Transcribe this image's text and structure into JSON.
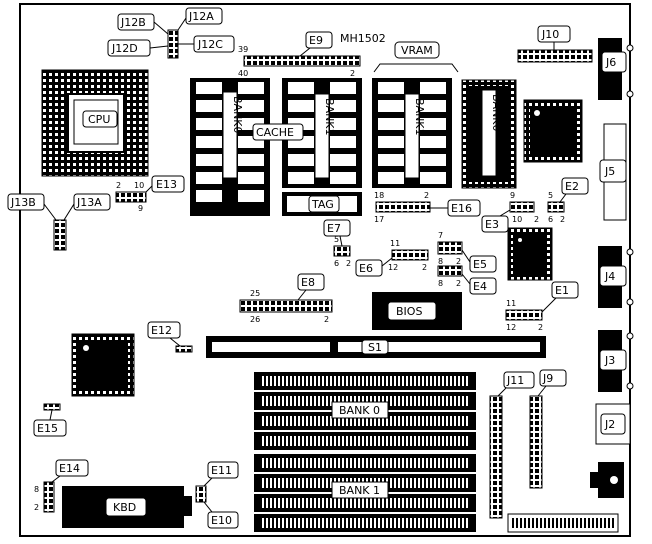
{
  "board": {
    "model": "MH1502",
    "group_label": "VRAM",
    "components": {
      "cpu": "CPU",
      "cache": "CACHE",
      "tag": "TAG",
      "bios": "BIOS",
      "kbd": "KBD",
      "s1": "S1"
    },
    "banks": {
      "cache_bank0": "BANK0",
      "cache_bank1": "BANK1",
      "vram_bank1": "BANK1",
      "vram_bank0": "BANK0",
      "simm_bank0": "BANK 0",
      "simm_bank1": "BANK 1"
    },
    "connectors": {
      "j2": "J2",
      "j3": "J3",
      "j4": "J4",
      "j5": "J5",
      "j6": "J6",
      "j9": "J9",
      "j10": "J10",
      "j11": "J11",
      "j12a": "J12A",
      "j12b": "J12B",
      "j12c": "J12C",
      "j12d": "J12D",
      "j13a": "J13A",
      "j13b": "J13B"
    },
    "jumpers": {
      "e1": "E1",
      "e2": "E2",
      "e3": "E3",
      "e4": "E4",
      "e5": "E5",
      "e6": "E6",
      "e7": "E7",
      "e8": "E8",
      "e9": "E9",
      "e10": "E10",
      "e11": "E11",
      "e12": "E12",
      "e13": "E13",
      "e14": "E14",
      "e15": "E15",
      "e16": "E16"
    },
    "pins": {
      "e9_39": "39",
      "e9_40": "40",
      "e9_2": "2",
      "e13_2": "2",
      "e13_10": "10",
      "e13_9": "9",
      "e16_18": "18",
      "e16_2": "2",
      "e16_17": "17",
      "e3_9": "9",
      "e3_10": "10",
      "e3_2": "2",
      "e2_5": "5",
      "e2_6": "6",
      "e2_2": "2",
      "e7_5": "5",
      "e7_6": "6",
      "e7_2": "2",
      "e6_11": "11",
      "e6_12": "12",
      "e6_2": "2",
      "e5_7": "7",
      "e5_8": "8",
      "e5_2": "2",
      "e4_8": "8",
      "e4_2": "2",
      "e8_25": "25",
      "e8_26": "26",
      "e8_2": "2",
      "e1_11": "11",
      "e1_12": "12",
      "e1_2": "2",
      "e14_8": "8",
      "e14_2": "2"
    }
  }
}
